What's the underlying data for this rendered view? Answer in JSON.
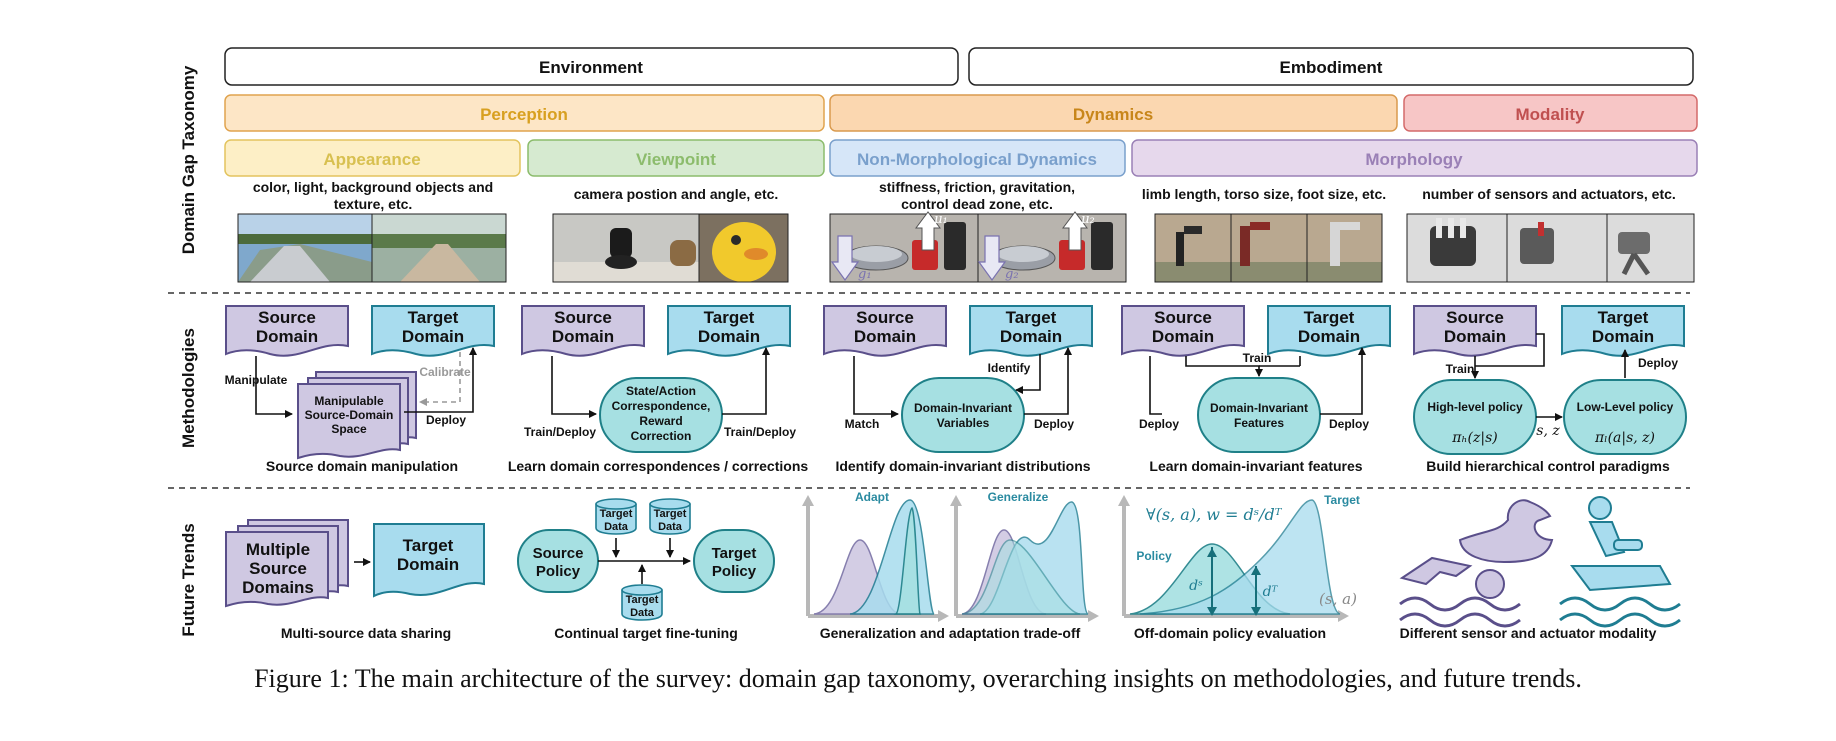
{
  "row_titles": {
    "taxonomy": "Domain Gap Taxonomy",
    "methodologies": "Methodologies",
    "future": "Future Trends"
  },
  "taxonomy": {
    "environment": "Environment",
    "embodiment": "Embodiment",
    "perception": "Perception",
    "dynamics": "Dynamics",
    "modality": "Modality",
    "appearance": "Appearance",
    "viewpoint": "Viewpoint",
    "non_morph": "Non-Morphological Dynamics",
    "morphology": "Morphology",
    "desc_appearance_1": "color, light, background objects and",
    "desc_appearance_2": "texture, etc.",
    "desc_viewpoint": "camera postion and angle, etc.",
    "desc_nonmorph_1": "stiffness, friction, gravitation,",
    "desc_nonmorph_2": "control dead zone, etc.",
    "desc_morphology": "limb length, torso size, foot size, etc.",
    "desc_modality": "number of sensors and actuators, etc.",
    "img_g1": "g₁",
    "img_g2": "g₂",
    "img_mu1": "μ₁",
    "img_mu2": "μ₂"
  },
  "methods": {
    "source_l1": "Source",
    "source_l2": "Domain",
    "target_l1": "Target",
    "target_l2": "Domain",
    "m1": {
      "manipulate": "Manipulate",
      "calibrate": "Calibrate",
      "deploy": "Deploy",
      "space_1": "Manipulable",
      "space_2": "Source-Domain",
      "space_3": "Space",
      "caption": "Source domain manipulation"
    },
    "m2": {
      "node_1": "State/Action",
      "node_2": "Correspondence,",
      "node_3": "Reward",
      "node_4": "Correction",
      "left": "Train/Deploy",
      "right": "Train/Deploy",
      "caption": "Learn domain correspondences / corrections"
    },
    "m3": {
      "node_1": "Domain-Invariant",
      "node_2": "Variables",
      "identify": "Identify",
      "match": "Match",
      "deploy": "Deploy",
      "caption": "Identify domain-invariant distributions"
    },
    "m4": {
      "node_1": "Domain-Invariant",
      "node_2": "Features",
      "train": "Train",
      "deploy_l": "Deploy",
      "deploy_r": "Deploy",
      "caption": "Learn domain-invariant features"
    },
    "m5": {
      "high": "High-level policy",
      "high_math": "πₕ(z|s)",
      "low": "Low-Level policy",
      "low_math": "πₗ(a|s, z)",
      "train": "Train",
      "deploy": "Deploy",
      "sz": "s, z",
      "caption": "Build hierarchical control paradigms"
    }
  },
  "future": {
    "f1": {
      "multi_1": "Multiple",
      "multi_2": "Source",
      "multi_3": "Domains",
      "target_1": "Target",
      "target_2": "Domain",
      "caption": "Multi-source data sharing"
    },
    "f2": {
      "src_1": "Source",
      "src_2": "Policy",
      "tgt_1": "Target",
      "tgt_2": "Policy",
      "data_1": "Target",
      "data_2": "Data",
      "caption": "Continual target fine-tuning"
    },
    "f3": {
      "adapt": "Adapt",
      "generalize": "Generalize",
      "caption": "Generalization and adaptation trade-off"
    },
    "f4": {
      "formula": "∀(s, a), w = dˢ/dᵀ",
      "policy": "Policy",
      "target": "Target",
      "ds": "dˢ",
      "dt": "dᵀ",
      "sa": "(s, a)",
      "caption": "Off-domain policy evaluation"
    },
    "f5": {
      "caption": "Different sensor and actuator modality"
    }
  },
  "figure_caption": "Figure 1: The main architecture of the survey: domain gap taxonomy, overarching insights on methodologies, and future trends.",
  "colors": {
    "perception_fill": "#fde6c6",
    "perception_stroke": "#e0a34e",
    "perception_text": "#d8a020",
    "modality_fill": "#f7c6c6",
    "modality_stroke": "#d46a6a",
    "modality_text": "#c05050",
    "appearance_fill": "#fdefc6",
    "appearance_text": "#d8c050",
    "viewpoint_fill": "#d6ead0",
    "viewpoint_text": "#8cbc6c",
    "nonmorph_fill": "#d6e6f8",
    "nonmorph_text": "#7aa0cc",
    "morph_fill": "#e6d8ec",
    "morph_text": "#9a80b6",
    "source_fill": "#cfc8e2",
    "source_stroke": "#5a4f8a",
    "target_fill": "#a8dcee",
    "target_stroke": "#1f7d92",
    "node_fill": "#a6e0e2",
    "node_stroke": "#1f8088"
  }
}
